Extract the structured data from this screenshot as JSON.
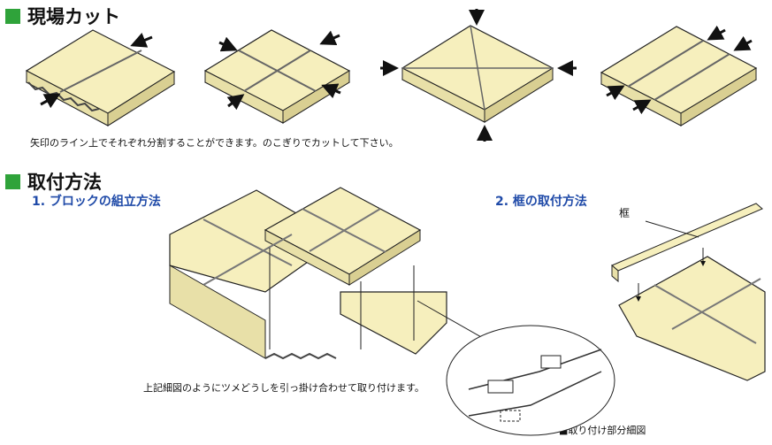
{
  "sections": {
    "cutting": {
      "title": "現場カット",
      "caption": "矢印のライン上でそれぞれ分割することができます。のこぎりでカットして下さい。"
    },
    "installation": {
      "title": "取付方法",
      "sub1": "1. ブロックの組立方法",
      "sub2": "2. 框の取付方法",
      "assembly_caption": "上記細図のようにツメどうしを引っ掛け合わせて取り付けます。",
      "frame_label": "框",
      "detail_label": "■取り付け部分細図"
    }
  },
  "colors": {
    "tile": "#f6efbd",
    "tile_side": "#d9cf92",
    "base": "#cfcfcf",
    "accent": "#2fa33a",
    "subtitle": "#1f4aa8"
  }
}
